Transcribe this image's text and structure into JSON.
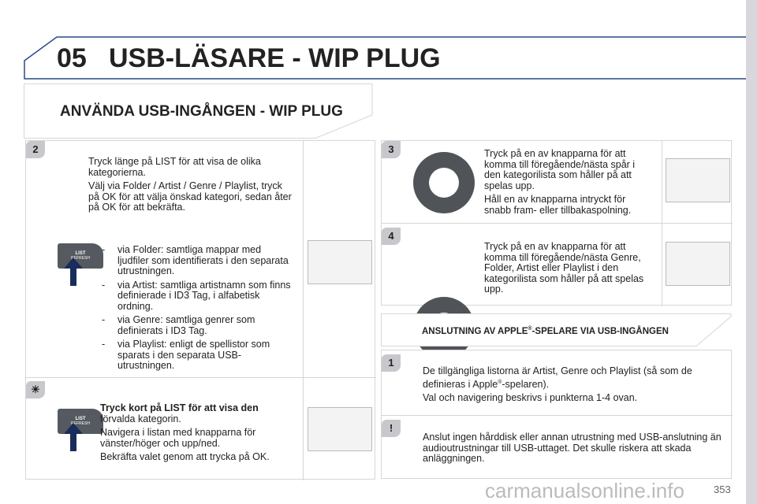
{
  "header": {
    "chapter": "05",
    "title": "USB-LÄSARE - WIP PLUG",
    "accent": "#2a4a8a"
  },
  "section": {
    "title": "ANVÄNDA USB-INGÅNGEN - WIP PLUG"
  },
  "step2": {
    "badge": "2",
    "intro": [
      "Tryck länge på LIST för att visa de olika kategorierna.",
      "Välj via Folder / Artist / Genre / Playlist, tryck på OK för att välja önskad kategori, sedan åter på OK för att bekräfta."
    ],
    "button_label": "LIST",
    "button_sub": "REFRESH",
    "bullets": [
      "via Folder: samtliga mappar med ljudfiler som identifierats i den separata utrustningen.",
      "via Artist: samtliga artistnamn som finns definierade i ID3 Tag, i alfabetisk ordning.",
      "via Genre: samtliga genrer som definierats i ID3 Tag.",
      "via Playlist: enligt de spellistor som sparats i den separata USB-utrustningen."
    ]
  },
  "tip": {
    "icon": "lightbulb-icon",
    "bold": "Tryck kort på LIST för att visa den",
    "rest": "förvalda kategorin.",
    "p2": "Navigera i listan med knapparna för vänster/höger och upp/ned.",
    "p3": "Bekräfta valet genom att trycka på OK.",
    "button_label": "LIST",
    "button_sub": "REFRESH"
  },
  "step3": {
    "badge": "3",
    "p1": "Tryck på en av knapparna för att komma till föregående/nästa spår i den kategorilista som håller på att spelas upp.",
    "p2": "Håll en av knapparna intryckt för snabb fram- eller tillbakaspolning."
  },
  "step4": {
    "badge": "4",
    "p1": "Tryck på en av knapparna för att komma till föregående/nästa Genre, Folder, Artist eller Playlist i den kategorilista som håller på att spelas upp."
  },
  "apple": {
    "title_a": "ANSLUTNING AV APPLE",
    "reg": "®",
    "title_b": "-SPELARE VIA USB-INGÅNGEN"
  },
  "apple1": {
    "badge": "1",
    "p1a": "De tillgängliga listorna är Artist, Genre och Playlist (så som de definieras i Apple",
    "p1b": "-spelaren).",
    "p2": "Val och navigering beskrivs i punkterna 1-4 ovan."
  },
  "warning": {
    "badge": "!",
    "text": "Anslut ingen hårddisk eller annan utrustning med USB-anslutning än audioutrustningar till USB-uttaget. Det skulle riskera att skada anläggningen."
  },
  "page_number": "353",
  "watermark": "carmanualsonline.info"
}
